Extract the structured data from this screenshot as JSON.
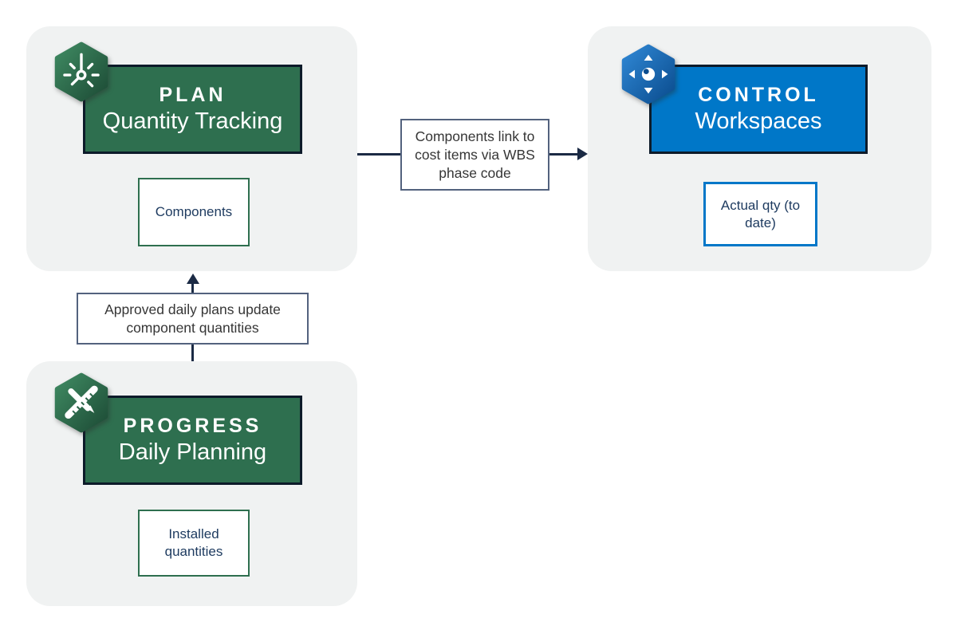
{
  "palette": {
    "page_bg": "#ffffff",
    "container_bg": "#f0f2f2",
    "green": "#2e6f4f",
    "blue": "#0077c8",
    "box_border": "#0d1b2a",
    "label_border": "#53627e",
    "label_text": "#363636",
    "item_text": "#1d3a5f",
    "arrow": "#1b2a44"
  },
  "modules": {
    "plan": {
      "title": "PLAN",
      "subtitle": "Quantity Tracking",
      "item": "Components",
      "icon": "clock-rays-icon",
      "accent": "#2e6f4f"
    },
    "control": {
      "title": "CONTROL",
      "subtitle": "Workspaces",
      "item": "Actual qty (to date)",
      "icon": "pan-view-icon",
      "accent": "#0077c8"
    },
    "progress": {
      "title": "PROGRESS",
      "subtitle": "Daily Planning",
      "item": "Installed quantities",
      "icon": "ruler-pencil-icon",
      "accent": "#2e6f4f"
    }
  },
  "connectors": {
    "plan_to_control": {
      "label": "Components link to cost items via WBS phase code",
      "from": "plan",
      "to": "control",
      "direction": "right"
    },
    "progress_to_plan": {
      "label": "Approved daily plans update component quantities",
      "from": "progress",
      "to": "plan",
      "direction": "up"
    }
  }
}
